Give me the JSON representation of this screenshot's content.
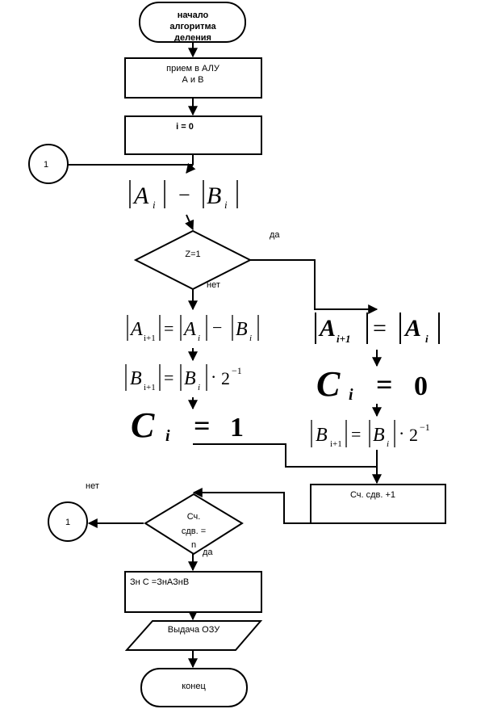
{
  "nodes": {
    "start": {
      "line1": "начало",
      "line2": "алгоритма",
      "line3": "деления"
    },
    "receive": {
      "line1": "прием в АЛУ",
      "line2": "А и В"
    },
    "init": {
      "label": "i = 0"
    },
    "connector_top": {
      "label": "1"
    },
    "compare": {
      "label": "Z=1"
    },
    "shift_counter": {
      "label": "Сч. сдв. +1"
    },
    "check_shift": {
      "line1": "Сч.",
      "line2": "сдв. =",
      "line3": "n"
    },
    "connector_bottom": {
      "label": "1"
    },
    "sign": {
      "label": "Зн С =ЗнАЗнВ"
    },
    "output": {
      "label": "Выдача ОЗУ"
    },
    "end": {
      "label": "конец"
    }
  },
  "branches": {
    "compare_yes": "да",
    "compare_no": "нет",
    "check_yes": "да",
    "check_no": "нет"
  },
  "formulas": {
    "subtract": {
      "a": "A",
      "ai": "i",
      "minus": "−",
      "b": "B",
      "bi": "i"
    },
    "left_a_update": {
      "a": "A",
      "sub_next": "i+1",
      "eq": "=",
      "a2": "A",
      "sub_i": "i",
      "minus": "−",
      "b": "B",
      "sub_b": "i"
    },
    "left_b_update": {
      "b": "B",
      "sub_next": "i+1",
      "eq": "=",
      "b2": "B",
      "sub_i": "i",
      "dot": "·",
      "two": "2",
      "exp": "−1"
    },
    "left_c": {
      "c": "C",
      "sub": "i",
      "eq": "=",
      "val": "1"
    },
    "right_a_update": {
      "a": "A",
      "sub_next": "i+1",
      "eq": "=",
      "a2": "A",
      "sub_i": "i"
    },
    "right_c": {
      "c": "C",
      "sub": "i",
      "eq": "=",
      "val": "0"
    },
    "right_b_update": {
      "b": "B",
      "sub_next": "i+1",
      "eq": "=",
      "b2": "B",
      "sub_i": "i",
      "dot": "·",
      "two": "2",
      "exp": "−1"
    }
  }
}
